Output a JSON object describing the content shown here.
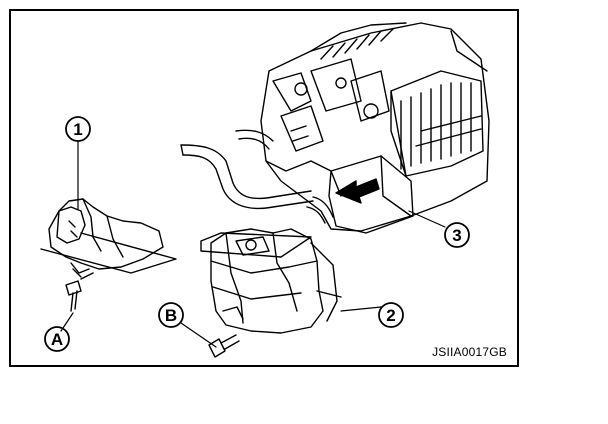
{
  "figure": {
    "code": "JSIIA0017GB",
    "callouts": {
      "c1": "1",
      "c2": "2",
      "c3": "3",
      "cA": "A",
      "cB": "B"
    }
  },
  "colors": {
    "line": "#000000",
    "background": "#ffffff"
  }
}
